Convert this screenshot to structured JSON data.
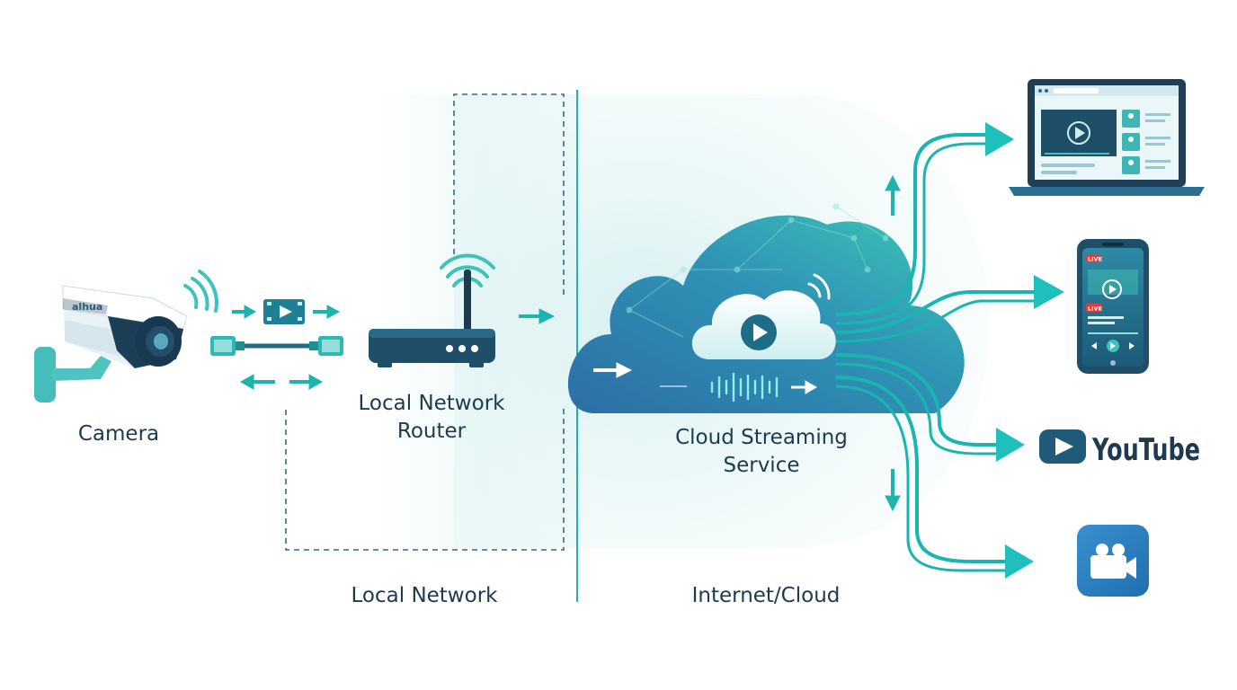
{
  "labels": {
    "camera": "Camera",
    "router_line1": "Local Network",
    "router_line2": "Router",
    "cloud_line1": "Cloud Streaming",
    "cloud_line2": "Service",
    "zone_local": "Local Network",
    "zone_internet": "Internet/Cloud"
  },
  "camera_brand": "alhua",
  "phone_badges": [
    "LIVE",
    "LIVE"
  ],
  "destinations": {
    "youtube_word": "YouTube"
  },
  "colors": {
    "teal": "#1fb3b0",
    "teal_dark": "#168f95",
    "navy": "#1d3a4f",
    "cloud_blue": "#2a7fae",
    "cloud_teal": "#36c0b4",
    "live_red": "#e03c3c"
  },
  "icons": {
    "camera": "cctv-camera-icon",
    "router": "wifi-router-icon",
    "cloud": "cloud-play-icon",
    "laptop": "laptop-video-icon",
    "phone": "smartphone-live-icon",
    "youtube": "youtube-logo-icon",
    "zoom": "video-camera-app-icon"
  }
}
